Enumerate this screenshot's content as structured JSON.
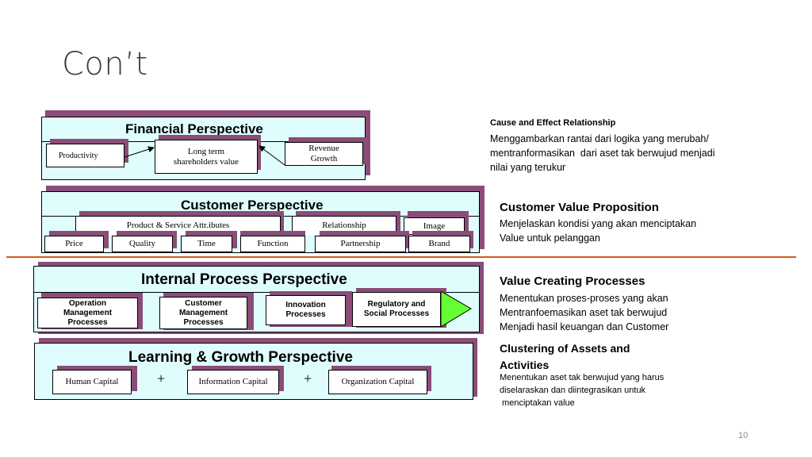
{
  "slide": {
    "title": "Con’t",
    "page_number": "10"
  },
  "financial": {
    "title": "Financial Perspective",
    "items": [
      "Productivity",
      "Long term\nshareholders value",
      "Revenue\nGrowth"
    ]
  },
  "customer": {
    "title": "Customer Perspective",
    "row1": [
      "Product & Service Attr.ibutes",
      "Relationship",
      "Image"
    ],
    "row2": [
      "Price",
      "Quality",
      "Time",
      "Function",
      "Partnership",
      "Brand"
    ]
  },
  "internal": {
    "title": "Internal Process Perspective",
    "items": [
      "Operation\nManagement\nProcesses",
      "Customer\nManagement\nProcesses",
      "Innovation\nProcesses",
      "Regulatory and\nSocial Processes"
    ]
  },
  "learning": {
    "title": "Learning & Growth Perspective",
    "items": [
      "Human Capital",
      "Information Capital",
      "Organization Capital"
    ],
    "plus": "+"
  },
  "notes": {
    "cause_title": "Cause and Effect Relationship",
    "cause_body": "Menggambarkan rantai dari logika yang merubah/\nmentranformasikan  dari aset tak berwujud menjadi\nnilai yang terukur",
    "cvp_title": "Customer Value Proposition",
    "cvp_body": "Menjelaskan kondisi yang akan menciptakan\nValue untuk pelanggan",
    "vcp_title": "Value Creating Processes",
    "vcp_body": "Menentukan proses-proses yang akan\nMentranfoemasikan aset tak berwujud\nMenjadi hasil keuangan dan Customer",
    "cluster_title": "Clustering of Assets and\nActivities",
    "cluster_body": "Menentukan aset tak berwujud yang harus\ndiselaraskan dan diintegrasikan untuk\n menciptakan value"
  },
  "colors": {
    "panel_fill": "#dffdfd",
    "shadow": "#8a4d79",
    "divider": "#d45a1e",
    "arrow_fill": "#66ff33"
  }
}
